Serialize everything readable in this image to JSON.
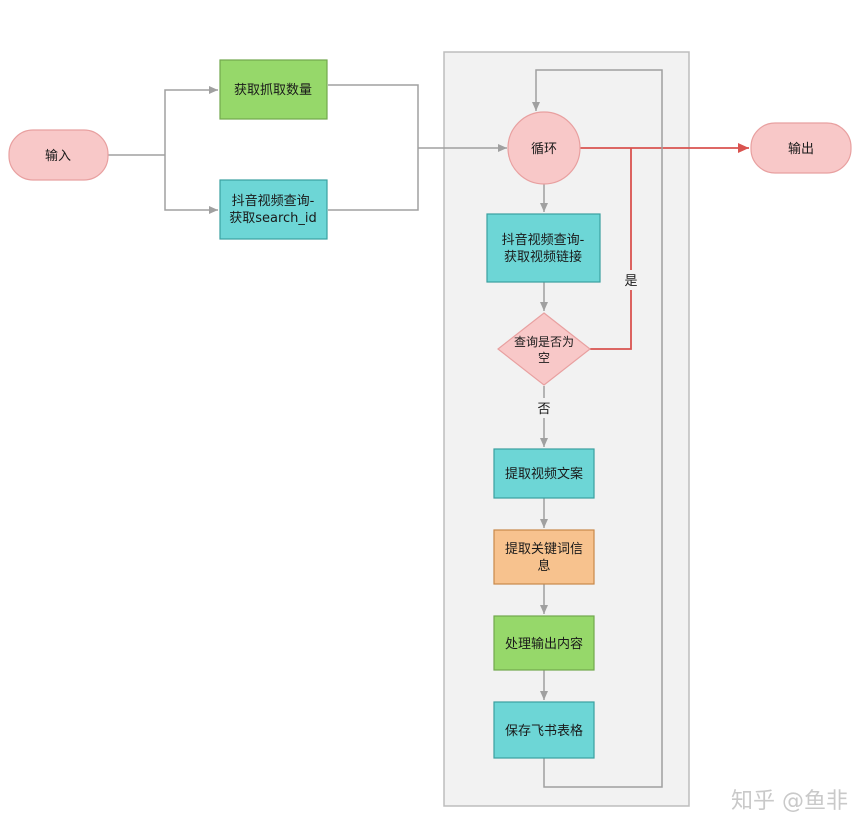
{
  "nodes": {
    "input": "输入",
    "get_count": "获取抓取数量",
    "search_id_line1": "抖音视频查询-",
    "search_id_line2": "获取search_id",
    "loop": "循环",
    "output": "输出",
    "video_link_line1": "抖音视频查询-",
    "video_link_line2": "获取视频链接",
    "is_empty_line1": "查询是否为",
    "is_empty_line2": "空",
    "extract_copy": "提取视频文案",
    "keywords_line1": "提取关键词信",
    "keywords_line2": "息",
    "process_output": "处理输出内容",
    "save_sheet": "保存飞书表格"
  },
  "edges": {
    "yes": "是",
    "no": "否"
  },
  "watermark": "知乎 @鱼非",
  "colors": {
    "terminal_fill": "#f8c8c8",
    "terminal_stroke": "#e8a0a0",
    "green_fill": "#96d86a",
    "green_stroke": "#72a84e",
    "cyan_fill": "#6dd6d6",
    "cyan_stroke": "#3aa0a0",
    "orange_fill": "#f7c28e",
    "orange_stroke": "#c9894a",
    "loop_container_fill": "#f2f2f2",
    "loop_container_stroke": "#bdbdbd",
    "edge_grey": "#a0a0a0",
    "edge_red": "#d9534f"
  }
}
